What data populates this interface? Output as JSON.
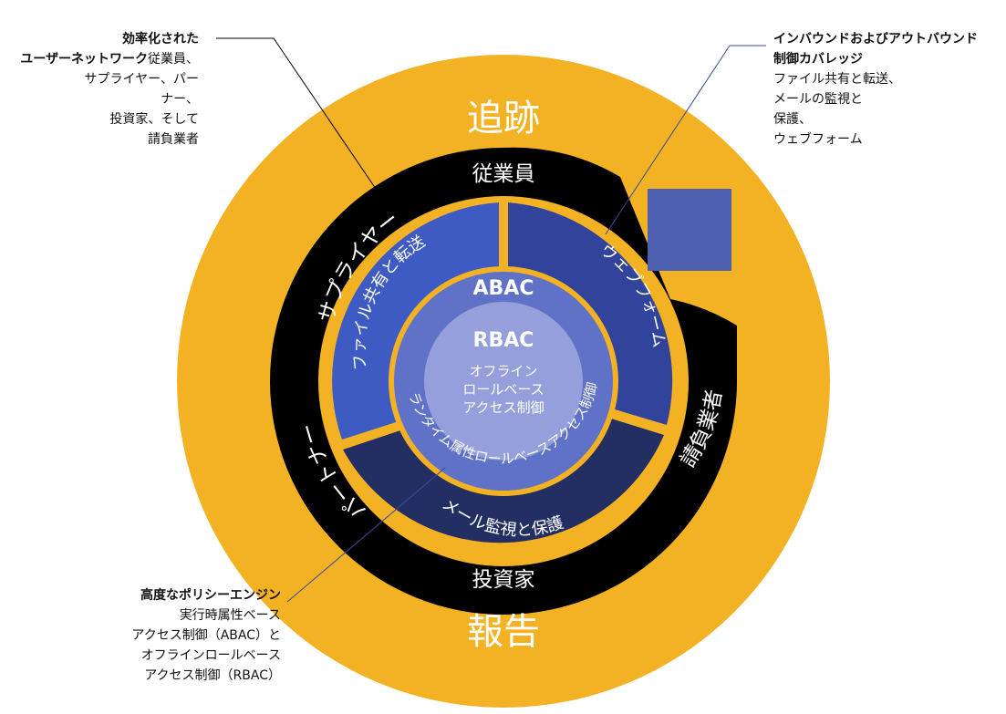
{
  "colors": {
    "outer_ring": "#F3B223",
    "dark_ring": "#000000",
    "segment_file": "#3E5BC3",
    "segment_web": "#31439B",
    "segment_mail": "#232E62",
    "abac_ring": "#6071C8",
    "rbac_core": "#959FDC",
    "square": "#4E60B0",
    "leader_dark": "#000000",
    "leader_blue": "#3A4A9C",
    "ring_text": "#FFFFFF"
  },
  "outer": {
    "top_label": "追跡",
    "bottom_label": "報告"
  },
  "users": {
    "employees": "従業員",
    "suppliers": "サプライヤー",
    "partners": "パートナー",
    "investors": "投資家",
    "contractors": "請負業者"
  },
  "segments": {
    "file": "ファイル共有と転送",
    "web": "ウェブフォーム",
    "mail": "メール監視と保護"
  },
  "abac": {
    "title": "ABAC",
    "arc": "ランタイム属性ロールベースアクセス制御"
  },
  "rbac": {
    "title": "RBAC",
    "line1": "オフライン",
    "line2": "ロールベース",
    "line3": "アクセス制御"
  },
  "callouts": {
    "left_top": {
      "title_line1": "効率化された",
      "title_line2": "ユーザーネットワーク",
      "line2_rest": "従業員、",
      "line3": "サプライヤー、パー",
      "line4": "ナー、",
      "line5": "投資家、そして",
      "line6": "請負業者"
    },
    "right_top": {
      "title_line1": "インバウンドおよびアウトバウンド",
      "title_line2": "制御カバレッジ",
      "line3": "ファイル共有と転送、",
      "line4": "メールの監視と",
      "line5": "保護、",
      "line6": "ウェブフォーム"
    },
    "left_bottom": {
      "title": "高度なポリシーエンジン",
      "line2": "実行時属性ベース",
      "line3": "アクセス制御（ABAC）と",
      "line4": "オフラインロールベース",
      "line5": "アクセス制御（RBAC）"
    }
  }
}
